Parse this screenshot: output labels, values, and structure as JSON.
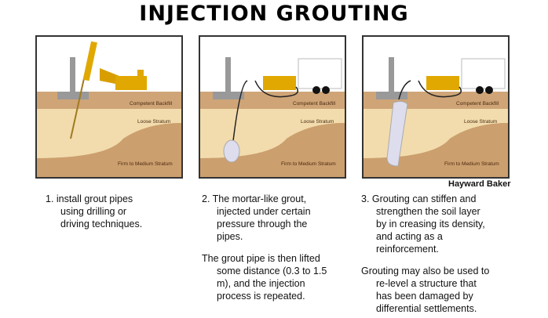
{
  "title": "INJECTION GROUTING",
  "layers": {
    "backfill": "Competent Backfill",
    "loose": "Loose Stratum",
    "firm": "Firm to Medium Stratum"
  },
  "brand": "Hayward Baker",
  "colors": {
    "backfill": "#cfa577",
    "loose": "#f2dcad",
    "firm": "#cc9f6e",
    "machine": "#e0a800"
  },
  "steps": [
    {
      "lines": [
        "1.  install grout pipes",
        "using drilling or",
        "driving techniques."
      ],
      "extra": []
    },
    {
      "lines": [
        "2.  The mortar-like grout,",
        "injected under certain",
        "pressure through the",
        "pipes."
      ],
      "extra": [
        "The grout pipe is then lifted",
        "some distance (0.3 to 1.5",
        "m), and the injection",
        "process is repeated."
      ]
    },
    {
      "lines": [
        "3.  Grouting can stiffen and",
        "strengthen the soil layer",
        "by in creasing its density,",
        "and acting as a",
        "reinforcement."
      ],
      "extra": [
        "Grouting may also be used to",
        "re-level a structure that",
        "has been damaged by",
        "differential settlements."
      ]
    }
  ]
}
